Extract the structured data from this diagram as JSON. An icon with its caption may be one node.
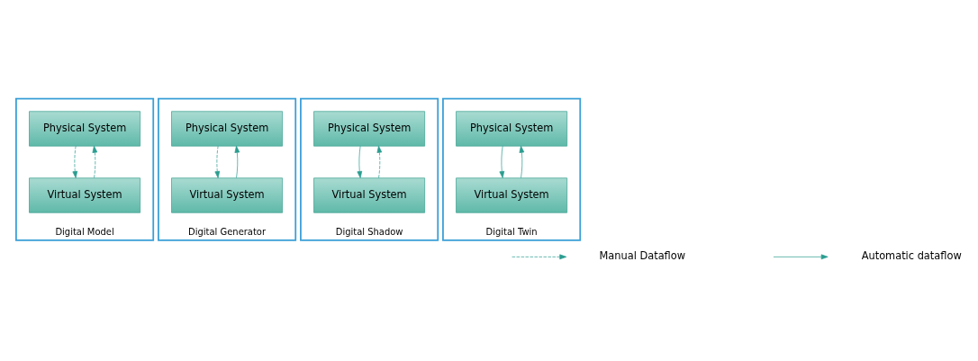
{
  "diagram": {
    "nodes": [
      {
        "text": [
          "Digital Model"
        ]
      },
      {
        "text": [
          "Physical System"
        ],
        "in": 0
      },
      {
        "text": [
          "Virtual System"
        ],
        "in": 0
      },
      {
        "text": [
          "Digital Generator"
        ]
      },
      {
        "text": [
          "Physical System"
        ],
        "in": 3
      },
      {
        "text": [
          "Virtual System"
        ],
        "in": 3
      },
      {
        "text": [
          "Digital Shadow"
        ]
      },
      {
        "text": [
          "Physical System"
        ],
        "in": 6
      },
      {
        "text": [
          "Virtual System"
        ],
        "in": 6
      },
      {
        "text": [
          "Digital Twin"
        ]
      },
      {
        "text": [
          "Physical System"
        ],
        "in": 9
      },
      {
        "text": [
          "Virtual System"
        ],
        "in": 9
      }
    ],
    "edges": [
      {
        "from": 1,
        "to": 2,
        "arrow": "to",
        "style": "dashed"
      },
      {
        "from": 2,
        "to": 1,
        "arrow": "to",
        "style": "dashed"
      },
      {
        "from": 4,
        "to": 5,
        "arrow": "to",
        "style": "dashed"
      },
      {
        "from": 5,
        "to": 4,
        "arrow": "to"
      },
      {
        "from": 7,
        "to": 8,
        "arrow": "to"
      },
      {
        "from": 8,
        "to": 7,
        "arrow": "to",
        "style": "dashed"
      },
      {
        "from": 10,
        "to": 11,
        "arrow": "to"
      },
      {
        "from": 11,
        "to": 10,
        "arrow": "to"
      }
    ],
    "legend": [
      {
        "text": "Manual Dataflow"
      },
      {
        "text": "Automatic dataflow"
      }
    ]
  }
}
